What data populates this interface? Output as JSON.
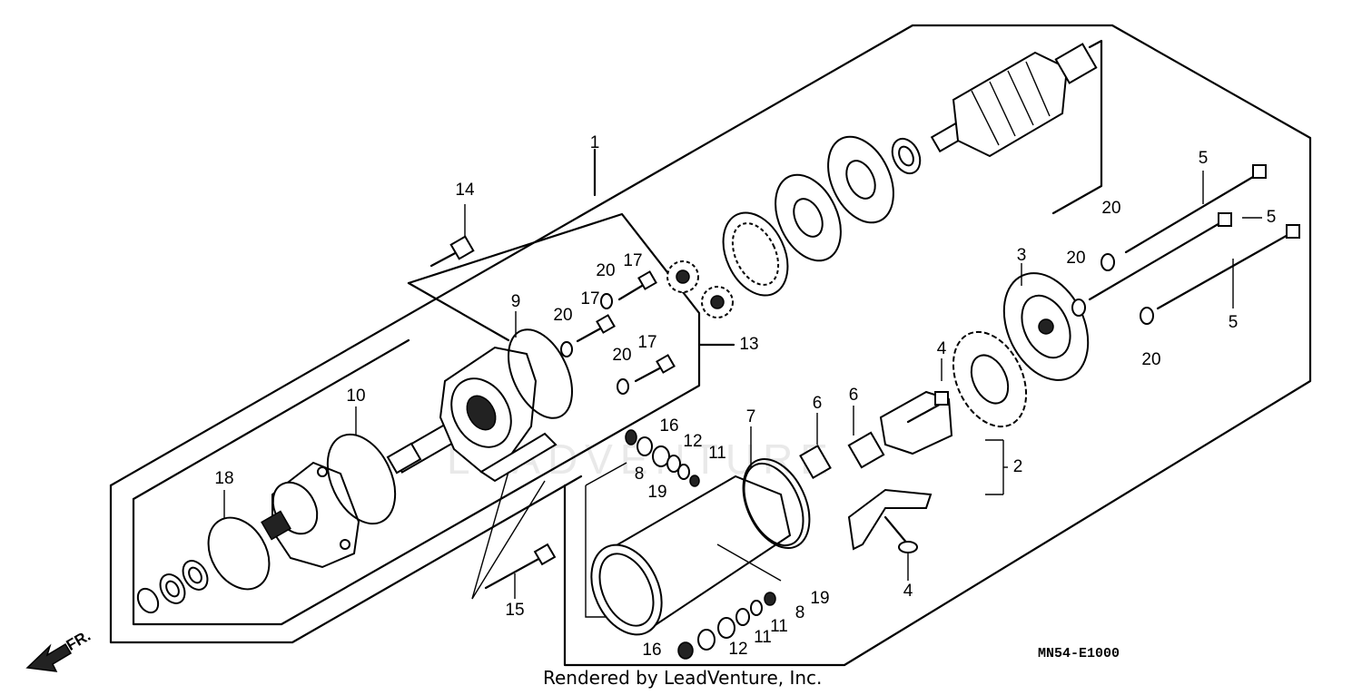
{
  "diagram": {
    "code": "MN54-E1000",
    "credit": "Rendered by LeadVenture, Inc.",
    "watermark": "LEADVENTURE",
    "direction_label": "FR.",
    "callouts": [
      {
        "text": "1"
      },
      {
        "text": "14"
      },
      {
        "text": "9"
      },
      {
        "text": "20"
      },
      {
        "text": "17"
      },
      {
        "text": "17"
      },
      {
        "text": "20"
      },
      {
        "text": "20"
      },
      {
        "text": "17"
      },
      {
        "text": "13"
      },
      {
        "text": "10"
      },
      {
        "text": "18"
      },
      {
        "text": "16"
      },
      {
        "text": "12"
      },
      {
        "text": "11"
      },
      {
        "text": "8"
      },
      {
        "text": "19"
      },
      {
        "text": "15"
      },
      {
        "text": "7"
      },
      {
        "text": "6"
      },
      {
        "text": "6"
      },
      {
        "text": "4"
      },
      {
        "text": "3"
      },
      {
        "text": "20"
      },
      {
        "text": "20"
      },
      {
        "text": "5"
      },
      {
        "text": "5"
      },
      {
        "text": "5"
      },
      {
        "text": "20"
      },
      {
        "text": "2"
      },
      {
        "text": "4"
      },
      {
        "text": "19"
      },
      {
        "text": "8"
      },
      {
        "text": "11"
      },
      {
        "text": "12"
      },
      {
        "text": "16"
      }
    ]
  }
}
